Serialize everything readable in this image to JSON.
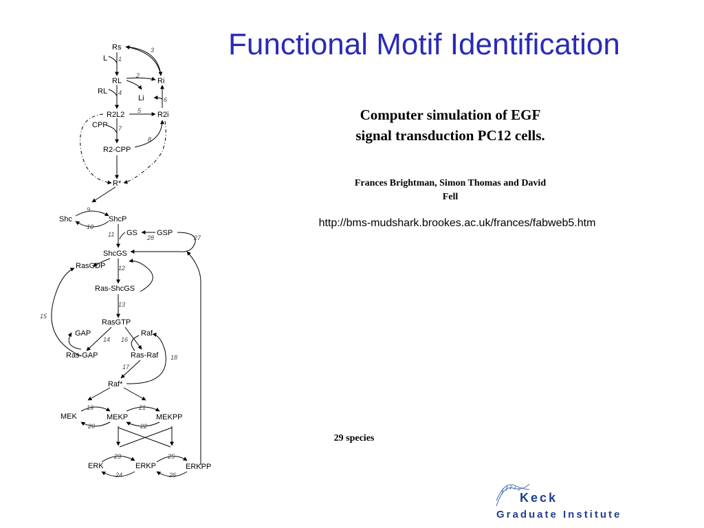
{
  "title": "Functional Motif Identification",
  "subtitle_line1": "Computer simulation of EGF",
  "subtitle_line2": "signal transduction PC12 cells.",
  "authors_line1": "Frances Brightman, Simon Thomas and David",
  "authors_line2": "Fell",
  "url": "http://bms-mudshark.brookes.ac.uk/frances/fabweb5.htm",
  "species_note": "29 species",
  "logo": {
    "line1": "Keck",
    "line2": "Graduate Institute"
  },
  "diagram": {
    "nodes": {
      "Rs": "Rs",
      "L": "L",
      "RL": "RL",
      "RL2": "RL",
      "Ri": "Ri",
      "Li": "Li",
      "R2L2": "R2L2",
      "R2i": "R2i",
      "CPP": "CPP",
      "R2CPP": "R2-CPP",
      "Rstar": "R*",
      "Shc": "Shc",
      "ShcP": "ShcP",
      "GS": "GS",
      "GSP": "GSP",
      "ShcGS": "ShcGS",
      "RasGDP": "RasGDP",
      "RasShcGS": "Ras-ShcGS",
      "RasGTP": "RasGTP",
      "GAP": "GAP",
      "Raf": "Raf",
      "RasGAP": "Ras-GAP",
      "RasRaf": "Ras-Raf",
      "Rafstar": "Raf*",
      "MEK": "MEK",
      "MEKP": "MEKP",
      "MEKPP": "MEKPP",
      "ERK": "ERK",
      "ERKP": "ERKP",
      "ERKPP": "ERKPP"
    },
    "reactions": {
      "r1": "1",
      "r2": "2",
      "r3": "3",
      "r4": "4",
      "r5": "5",
      "r6": "6",
      "r7": "7",
      "r8": "8",
      "r9": "9",
      "r10": "10",
      "r11": "11",
      "r12": "12",
      "r13": "13",
      "r14": "14",
      "r15": "15",
      "r16": "16",
      "r17": "17",
      "r18": "18",
      "r19": "19",
      "r20": "20",
      "r21": "21",
      "r22": "22",
      "r23": "23",
      "r24": "24",
      "r25": "25",
      "r26": "26",
      "r27": "27",
      "r28": "28"
    }
  }
}
